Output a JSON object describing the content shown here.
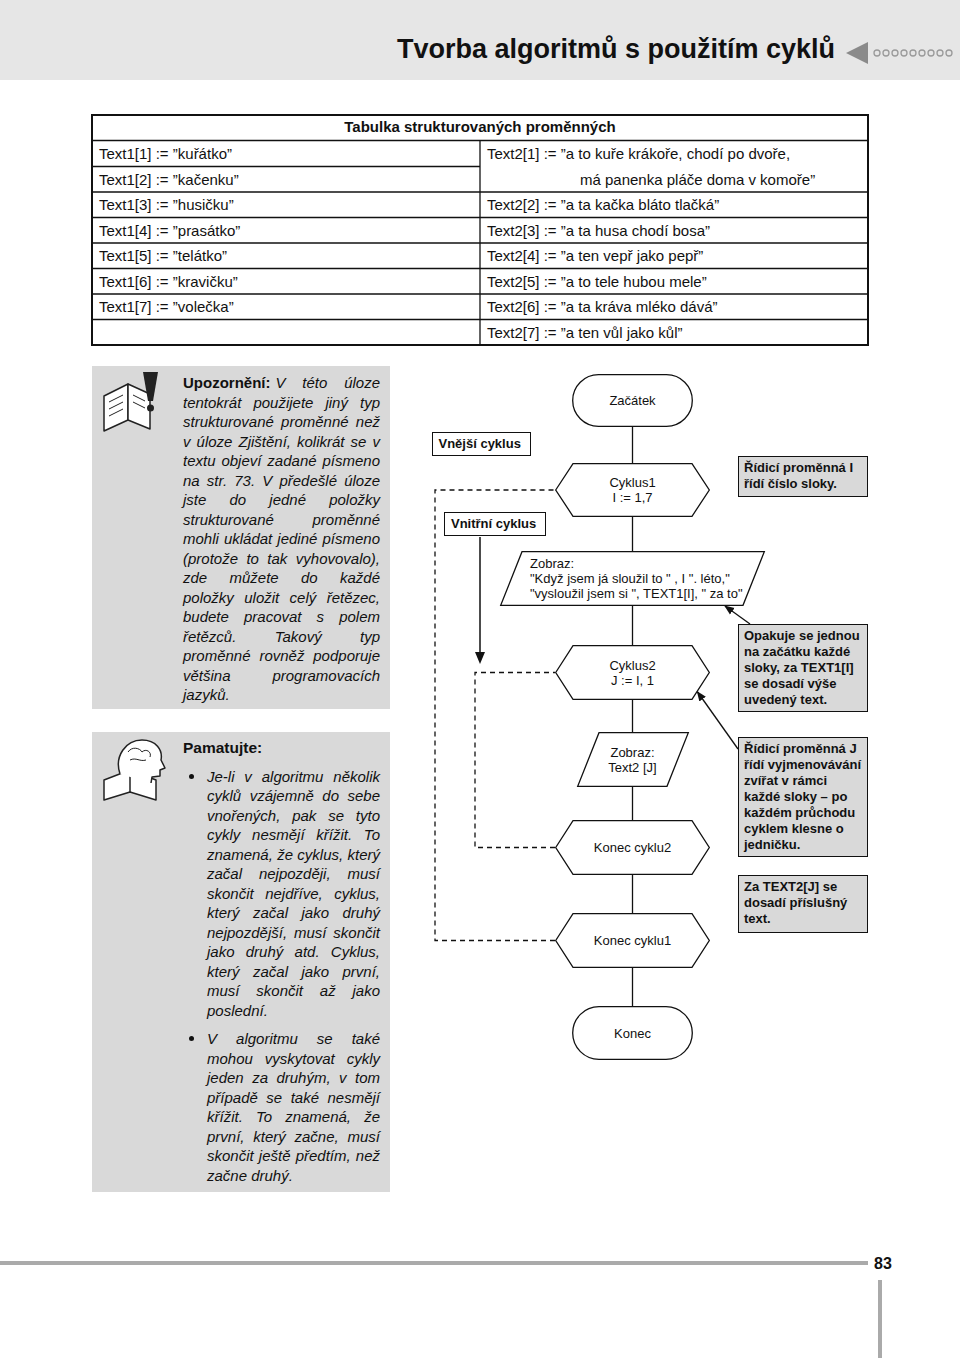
{
  "diagram": {
    "title": "Tvorba algoritmů s použitím cyklů",
    "nodes": [
      {
        "text": [
          "Upozornění:",
          "V této úloze tentokrát použijete jiný typ strukturované proměnné než v úloze Zjištění, kolikrát se v textu objeví zadané písmeno na str. 73. V předešlé úloze jste do jedné položky strukturované proměnné mohli ukládat jediné písmeno (protože to tak vyhovovalo), zde můžete do každé položky uložit celý řetězec, budete pracovat s polem řetězců. Takový typ proměnné rovněž podporuje většina programovacích jazyků."
        ]
      },
      {
        "text": [
          "Vnější cyklus"
        ]
      },
      {
        "text": [
          "Začátek"
        ]
      },
      {
        "text": [
          "Cyklus1",
          "I := 1,7"
        ]
      },
      {
        "text": [
          "Vnitřní cyklus"
        ]
      },
      {
        "text": [
          "Řídicí proměnná I řídí číslo sloky."
        ]
      },
      {
        "text": [
          "Zobraz:",
          "\"Když jsem já sloužil to \" , I \". léto,\"",
          "\"vysloužil jsem si \", TEXT1[I], \" za to\""
        ]
      },
      {
        "text": [
          "Opakuje se jednou na začátku každé sloky, za TEXT1[I] se dosadí výše uvedený text."
        ]
      },
      {
        "text": [
          "Cyklus2",
          "J := I, 1"
        ]
      },
      {
        "text": [
          "Pamatujte:",
          "Je-li v algoritmu několik cyklů vzájemně do sebe vnořených, pak se tyto cykly nesmějí křížit. To znamená, že cyklus, který začal nejpozději, musí skončit nejdříve, cyklus, který začal jako druhý nejpozdější, musí skončit jako druhý atd. Cyklus, který začal jako první, musí skončit až jako poslední.",
          "V algoritmu se také mohou vyskytovat cykly jeden za druhým, v tom případě se také nesmějí křížit. To znamená, že první, který začne, musí skončit ještě předtím, než začne druhý."
        ]
      },
      {
        "text": [
          "Zobraz:",
          "Text2 [J]"
        ]
      },
      {
        "text": [
          "Řídicí proměnná J řídí vyjmenovávání zvířat v rámci každé sloky – po každém průchodu cyklem klesne o jedničku."
        ]
      },
      {
        "text": [
          "Konec cyklu2"
        ]
      },
      {
        "text": [
          "Za TEXT2[J] se dosadí příslušný text."
        ]
      },
      {
        "text": [
          "Konec cyklu1"
        ]
      },
      {
        "text": [
          "Konec"
        ]
      }
    ],
    "edges": [
      {
        "from": 2,
        "to": 3,
        "arrow": "none"
      },
      {
        "from": 3,
        "to": 6,
        "arrow": "none"
      },
      {
        "from": 6,
        "to": 8,
        "arrow": "none"
      },
      {
        "from": 8,
        "to": 10,
        "arrow": "none"
      },
      {
        "from": 10,
        "to": 12,
        "arrow": "none"
      },
      {
        "from": 12,
        "to": 14,
        "arrow": "none"
      },
      {
        "from": 14,
        "to": 15,
        "arrow": "none"
      },
      {
        "from": 12,
        "to": 8,
        "arrow": "none"
      },
      {
        "from": 14,
        "to": 3,
        "arrow": "none"
      },
      {
        "from": 7,
        "to": 6,
        "arrow": "to"
      },
      {
        "from": 11,
        "to": 8,
        "arrow": "to"
      }
    ],
    "labels": [
      "Tabulka strukturovaných proměnných",
      "Text1[1] := ”kuřátko”",
      "Text2[1] := ”a to kuře krákoře, chodí po dvoře,",
      "Text1[2] := ”kačenku”",
      "má panenka pláče doma v komoře”",
      "Text1[3] := ”husičku”",
      "Text2[2] := ”a ta kačka bláto tlačká”",
      "Text1[4] := ”prasátko”",
      "Text2[3] := ”a ta husa chodí bosa”",
      "Text1[5] := ”telátko”",
      "Text2[4] := ”a ten vepř jako pepř”",
      "Text1[6] := ”kravičku”",
      "Text2[5] := ”a to tele hubou mele”",
      "Text1[7] := ”volečka”",
      "Text2[6] := ”a ta kráva mléko dává”",
      "Text2[7] := ”a ten vůl jako kůl”",
      "83"
    ]
  }
}
